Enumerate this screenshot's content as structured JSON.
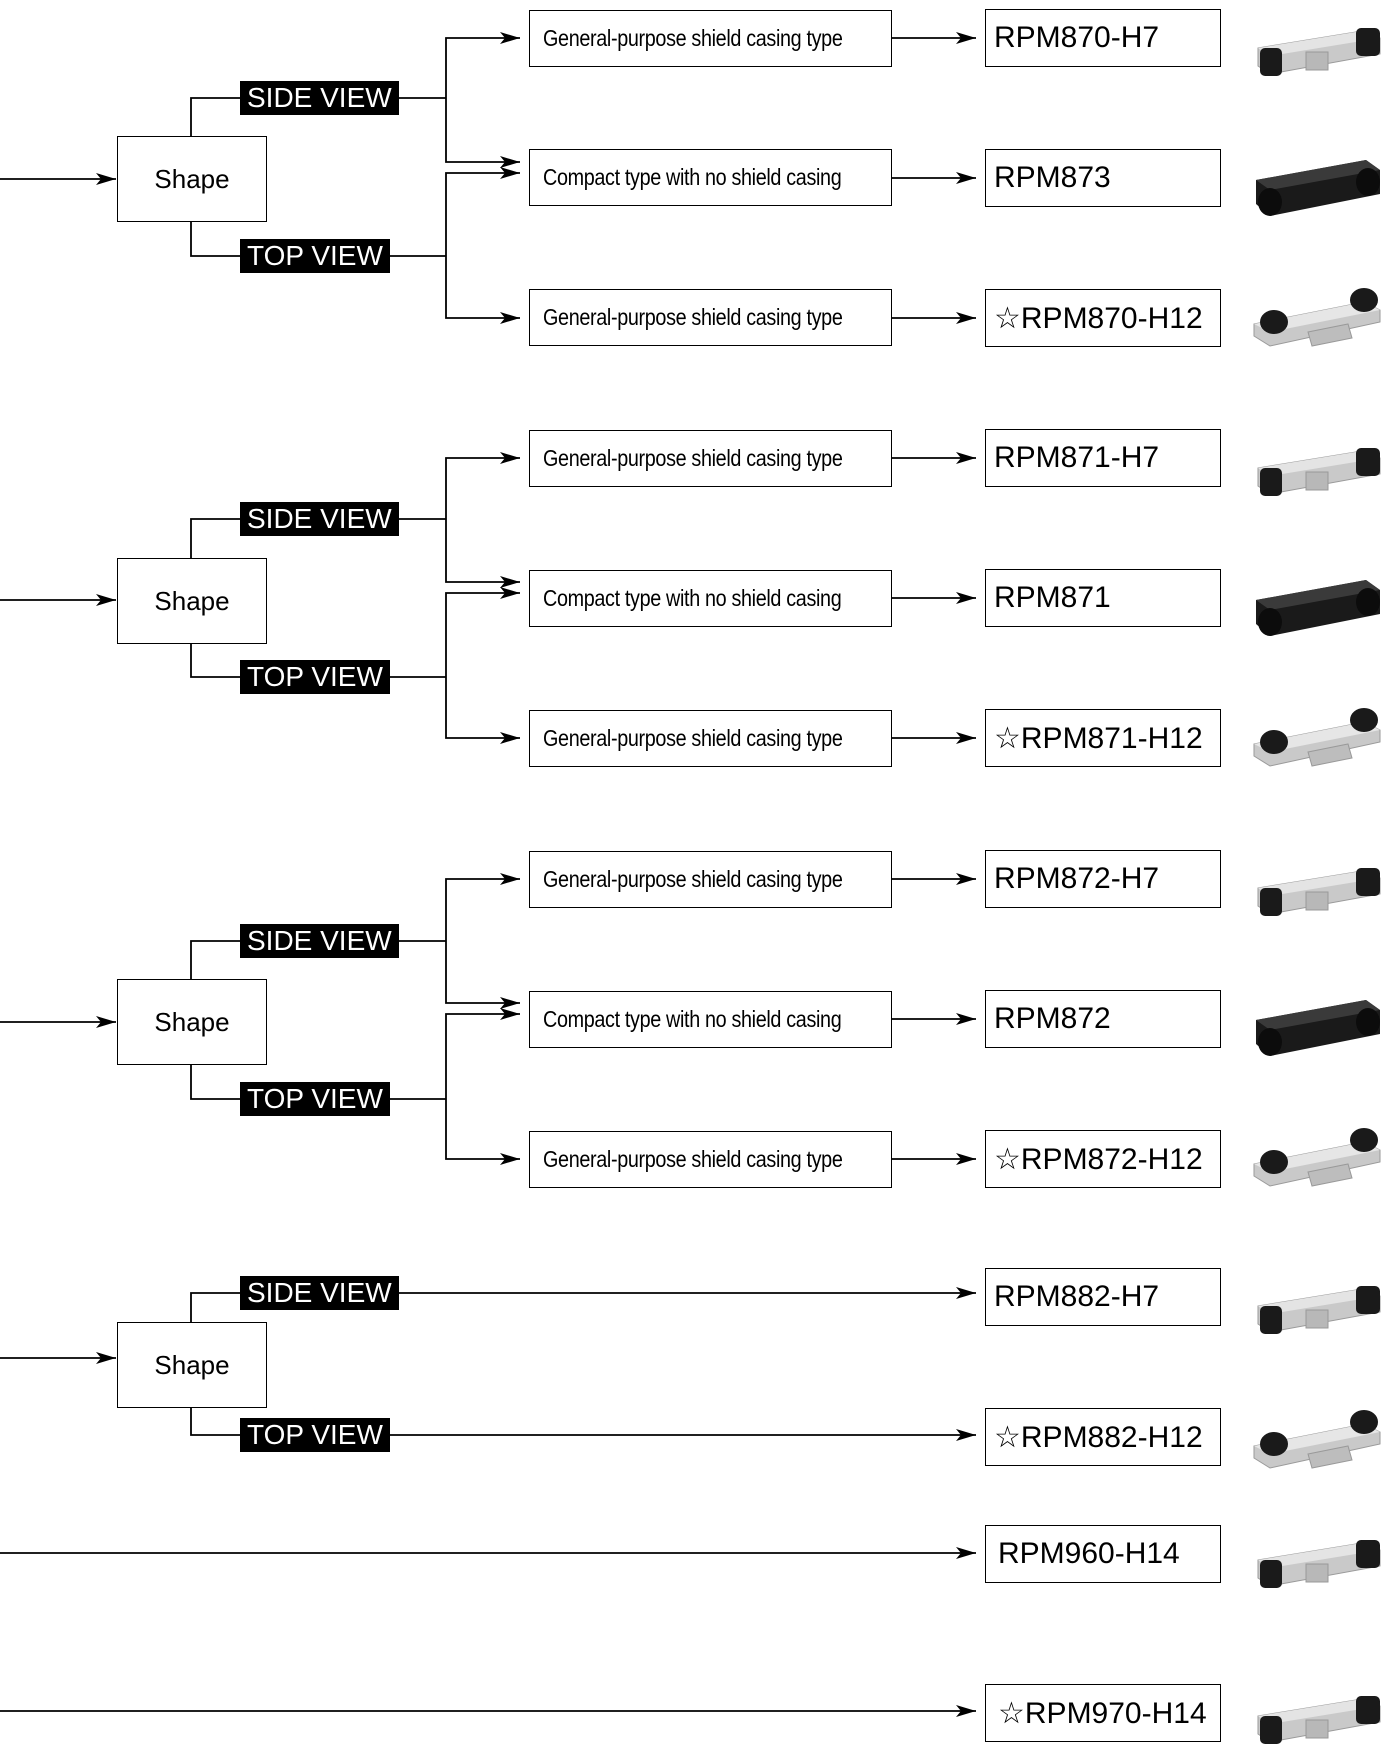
{
  "colors": {
    "line": "#000000",
    "label_bg": "#000000",
    "label_text": "#ffffff",
    "metal": "#c9c9c9",
    "rubber": "#1a1a1a"
  },
  "labels": {
    "shape": "Shape",
    "side_view": "SIDE VIEW",
    "top_view": "TOP VIEW"
  },
  "groups": [
    {
      "shape": "Shape",
      "side": "SIDE VIEW",
      "top": "TOP VIEW",
      "types": [
        "General-purpose shield casing type",
        "Compact type with no shield casing",
        "General-purpose shield casing type"
      ],
      "models": [
        "RPM870-H7",
        "RPM873",
        "☆RPM870-H12"
      ],
      "icons": [
        "shielded-sensor-side-icon",
        "compact-black-sensor-icon",
        "shielded-sensor-top-icon"
      ]
    },
    {
      "shape": "Shape",
      "side": "SIDE VIEW",
      "top": "TOP VIEW",
      "types": [
        "General-purpose shield casing type",
        "Compact type with no shield casing",
        "General-purpose shield casing type"
      ],
      "models": [
        "RPM871-H7",
        "RPM871",
        "☆RPM871-H12"
      ],
      "icons": [
        "shielded-sensor-side-icon",
        "compact-black-sensor-icon",
        "shielded-sensor-top-icon"
      ]
    },
    {
      "shape": "Shape",
      "side": "SIDE VIEW",
      "top": "TOP VIEW",
      "types": [
        "General-purpose shield casing type",
        "Compact type with no shield casing",
        "General-purpose shield casing type"
      ],
      "models": [
        "RPM872-H7",
        "RPM872",
        "☆RPM872-H12"
      ],
      "icons": [
        "shielded-sensor-side-icon",
        "compact-black-sensor-icon",
        "shielded-sensor-top-icon"
      ]
    },
    {
      "shape": "Shape",
      "side": "SIDE VIEW",
      "top": "TOP VIEW",
      "models": [
        "RPM882-H7",
        "☆RPM882-H12"
      ],
      "icons": [
        "shielded-sensor-side-icon",
        "shielded-sensor-top-icon"
      ]
    }
  ],
  "direct_models": [
    "RPM960-H14",
    "☆RPM970-H14"
  ],
  "direct_icons": [
    "shielded-sensor-side-icon",
    "shielded-sensor-side-icon"
  ]
}
